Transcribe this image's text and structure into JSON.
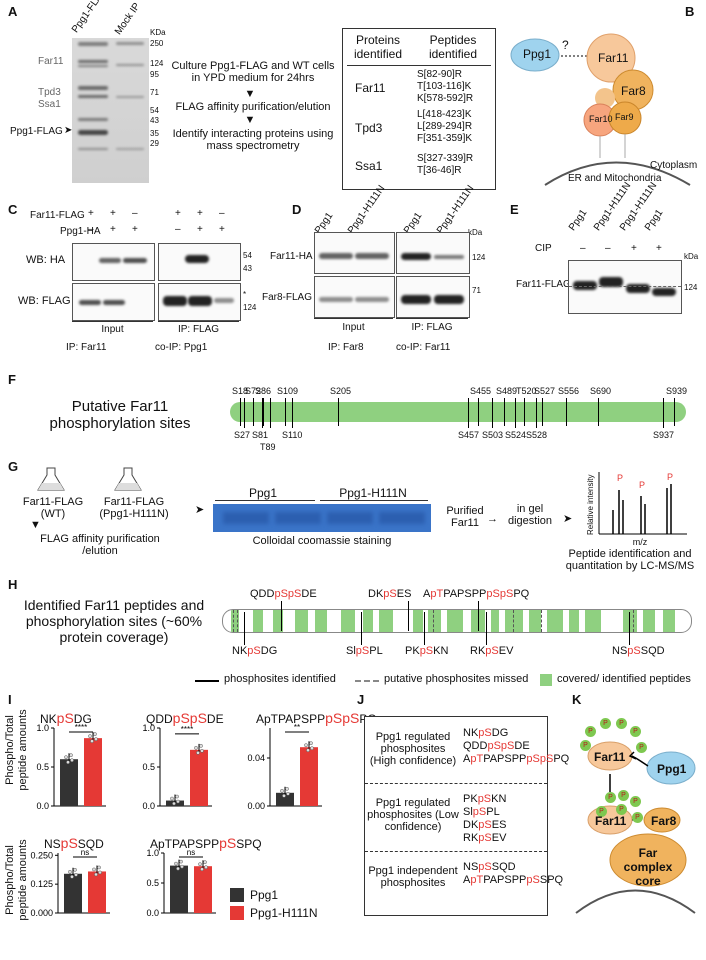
{
  "panels": {
    "A": "A",
    "B": "B",
    "C": "C",
    "D": "D",
    "E": "E",
    "F": "F",
    "G": "G",
    "H": "H",
    "I": "I",
    "J": "J",
    "K": "K"
  },
  "panelA": {
    "gel_labels": [
      "Ppg1-FLAG IP",
      "Mock IP"
    ],
    "kda": "KDa",
    "markers": [
      "250",
      "124",
      "95",
      "71",
      "54",
      "43",
      "35",
      "29"
    ],
    "band_labels": [
      "Far11",
      "Tpd3",
      "Ssa1",
      "Ppg1-FLAG"
    ],
    "workflow": [
      "Culture Ppg1-FLAG and WT cells in YPD medium for 24hrs",
      "FLAG affinity purification/elution",
      "Identify interacting proteins using mass spectrometry"
    ],
    "table": {
      "headers": [
        "Proteins identified",
        "Peptides identified"
      ],
      "rows": [
        {
          "protein": "Far11",
          "peptides": [
            "S[82-90]R",
            "T[103-116]K",
            "K[578-592]R"
          ]
        },
        {
          "protein": "Tpd3",
          "peptides": [
            "L[418-423]K",
            "L[289-294]R",
            "F[351-359]K"
          ]
        },
        {
          "protein": "Ssa1",
          "peptides": [
            "S[327-339]R",
            "T[36-46]R"
          ]
        }
      ]
    }
  },
  "panelB": {
    "ppg1": "Ppg1",
    "question": "?",
    "far11": "Far11",
    "far8": "Far8",
    "far10": "Far10",
    "far9": "Far9",
    "cytoplasm": "Cytoplasm",
    "er": "ER and Mitochondria"
  },
  "panelC": {
    "row_labels": [
      "Far11-FLAG",
      "Ppg1-HA"
    ],
    "signs": [
      [
        "+",
        "+",
        "–",
        "+",
        "+",
        "–"
      ],
      [
        "–",
        "+",
        "+",
        "–",
        "+",
        "+"
      ]
    ],
    "wb": [
      "WB: HA",
      "WB: FLAG"
    ],
    "markers_top": [
      "54",
      "43"
    ],
    "markers_bottom": [
      "124"
    ],
    "star": "*",
    "bottom": [
      "Input",
      "IP: FLAG"
    ],
    "ip": [
      "IP: Far11",
      "co-IP: Ppg1"
    ]
  },
  "panelD": {
    "lanes": [
      "Ppg1",
      "Ppg1-H111N",
      "Ppg1",
      "Ppg1-H111N"
    ],
    "kda": "kDa",
    "rows": [
      "Far11-HA",
      "Far8-FLAG"
    ],
    "markers": [
      "124",
      "71"
    ],
    "bottom": [
      "Input",
      "IP: FLAG"
    ],
    "ip": [
      "IP: Far8",
      "co-IP: Far11"
    ]
  },
  "panelE": {
    "lanes": [
      "Ppg1",
      "Ppg1-H111N",
      "Ppg1-H111N",
      "Ppg1"
    ],
    "cip": "CIP",
    "cip_signs": [
      "–",
      "–",
      "+",
      "+"
    ],
    "kda": "kDa",
    "row": "Far11-FLAG",
    "marker": "124"
  },
  "panelF": {
    "title": "Putative Far11 phosphorylation sites",
    "top_sites": [
      "S18",
      "S72",
      "S86",
      "S109",
      "S205",
      "S455",
      "S489",
      "T520",
      "S527",
      "S556",
      "S690",
      "S939"
    ],
    "bottom_sites": [
      "S27",
      "S81",
      "T89",
      "S110",
      "S457",
      "S503",
      "S524",
      "S528",
      "S937"
    ]
  },
  "panelG": {
    "flask1": "Far11-FLAG (WT)",
    "flask2": "Far11-FLAG (Ppg1-H111N)",
    "purif": "FLAG affinity purification /elution",
    "gel_lanes": [
      "Ppg1",
      "Ppg1-H111N"
    ],
    "stain": "Colloidal coomassie staining",
    "purified": "Purified Far11",
    "digest": "in gel digestion",
    "ms_y": "Relative intensity",
    "ms_x": "m/z",
    "p": "P",
    "ms_caption": "Peptide identification and quantitation by LC-MS/MS"
  },
  "panelH": {
    "title": "Identified Far11 peptides and phosphorylation sites (~60% protein coverage)",
    "top_peptides": [
      {
        "pre": "QDD",
        "red": "pSpS",
        "post": "DE"
      },
      {
        "pre": "DK",
        "red": "pS",
        "post": "ES"
      },
      {
        "pre": "A",
        "red": "pT",
        "post": "PAPSPP",
        "red2": "pSpS",
        "post2": "PQ"
      }
    ],
    "bottom_peptides": [
      {
        "pre": "NK",
        "red": "pS",
        "post": "DG"
      },
      {
        "pre": "Sl",
        "red": "pS",
        "post": "PL"
      },
      {
        "pre": "PK",
        "red": "pS",
        "post": "KN"
      },
      {
        "pre": "RK",
        "red": "pS",
        "post": "EV"
      },
      {
        "pre": "NS",
        "red": "pS",
        "post": "SQD"
      }
    ],
    "legend": [
      "phosphosites identified",
      "putative phosphosites missed",
      "covered/ identified peptides"
    ]
  },
  "panelI": {
    "ylabel": "Phospho/Total peptide amounts",
    "colors": {
      "Ppg1": "#333333",
      "Ppg1-H111N": "#e53935"
    },
    "legend": [
      "Ppg1",
      "Ppg1-H111N"
    ]
  },
  "chart_data": [
    {
      "type": "bar",
      "title_pre": "NK",
      "title_red": "pS",
      "title_post": "DG",
      "categories": [
        "Ppg1",
        "Ppg1-H111N"
      ],
      "values": [
        0.6,
        0.87
      ],
      "ylim": [
        0,
        1.0
      ],
      "yticks": [
        "0.0",
        "0.5",
        "1.0"
      ],
      "sig": "****"
    },
    {
      "type": "bar",
      "title_pre": "QDD",
      "title_red": "pSpS",
      "title_post": "DE",
      "categories": [
        "Ppg1",
        "Ppg1-H111N"
      ],
      "values": [
        0.07,
        0.72
      ],
      "ylim": [
        0,
        1.0
      ],
      "yticks": [
        "0.0",
        "0.5",
        "1.0"
      ],
      "sig": "****"
    },
    {
      "type": "bar",
      "title_pre": "ApTPAPSPP",
      "title_red": "pSpS",
      "title_post": "PQ",
      "categories": [
        "Ppg1",
        "Ppg1-H111N"
      ],
      "values": [
        0.011,
        0.049
      ],
      "ylim": [
        0,
        0.065
      ],
      "yticks": [
        "0.00",
        "0.04"
      ],
      "sig": "**"
    },
    {
      "type": "bar",
      "title_pre": "NS",
      "title_red": "pS",
      "title_post": "SQD",
      "categories": [
        "Ppg1",
        "Ppg1-H111N"
      ],
      "values": [
        0.17,
        0.18
      ],
      "ylim": [
        0,
        0.26
      ],
      "yticks": [
        "0.000",
        "0.125",
        "0.250"
      ],
      "sig": "ns"
    },
    {
      "type": "bar",
      "title_pre": "ApTPAPSPP",
      "title_red": "pS",
      "title_post": "SPQ",
      "categories": [
        "Ppg1",
        "Ppg1-H111N"
      ],
      "values": [
        0.79,
        0.78
      ],
      "ylim": [
        0,
        1.0
      ],
      "yticks": [
        "0.0",
        "0.5",
        "1.0"
      ],
      "sig": "ns"
    }
  ],
  "panelJ": {
    "sections": [
      {
        "label": "Ppg1 regulated phosphosites (High confidence)",
        "peps": [
          [
            "NK",
            "pS",
            "DG"
          ],
          [
            "QDD",
            "pSpS",
            "DE"
          ],
          [
            "A",
            "pT",
            "PAPSPP",
            "pSpS",
            "PQ"
          ]
        ]
      },
      {
        "label": "Ppg1 regulated phosphosites (Low confidence)",
        "peps": [
          [
            "PK",
            "pS",
            "KN"
          ],
          [
            "Sl",
            "pS",
            "PL"
          ],
          [
            "DK",
            "pS",
            "ES"
          ],
          [
            "RK",
            "pS",
            "EV"
          ]
        ]
      },
      {
        "label": "Ppg1 independent phosphosites",
        "peps": [
          [
            "NS",
            "pS",
            "SQD"
          ],
          [
            "A",
            "pT",
            "PAPSPP",
            "pS",
            "SPQ"
          ]
        ]
      }
    ]
  },
  "panelK": {
    "far11": "Far11",
    "ppg1": "Ppg1",
    "far8": "Far8",
    "core": "Far complex core",
    "p": "P"
  }
}
